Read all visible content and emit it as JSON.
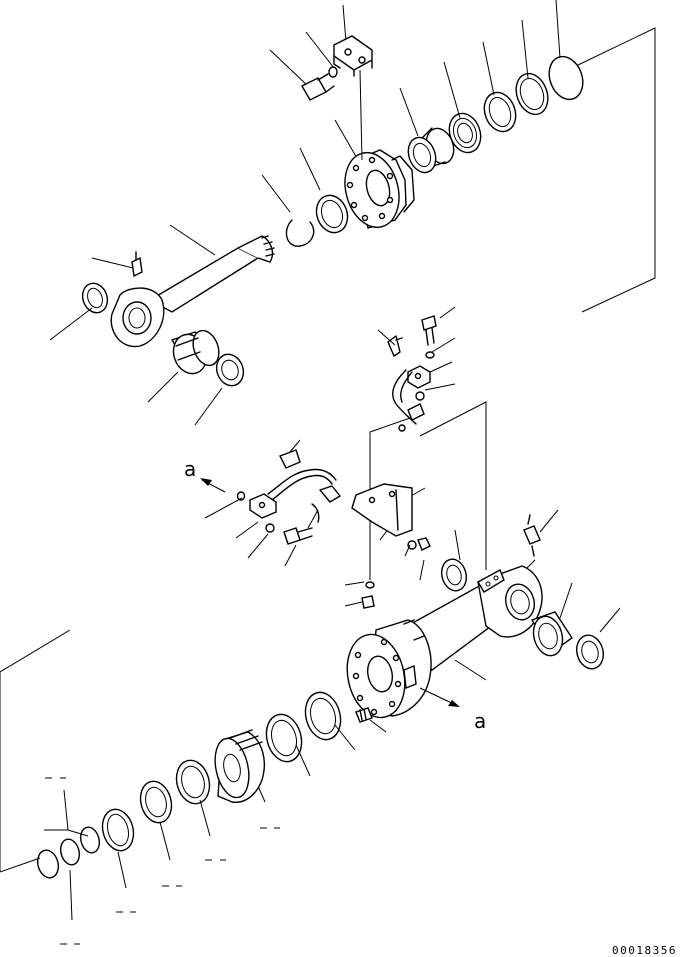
{
  "diagram": {
    "ref_label_top": "a",
    "ref_label_bottom": "a",
    "drawing_number": "00018356"
  }
}
